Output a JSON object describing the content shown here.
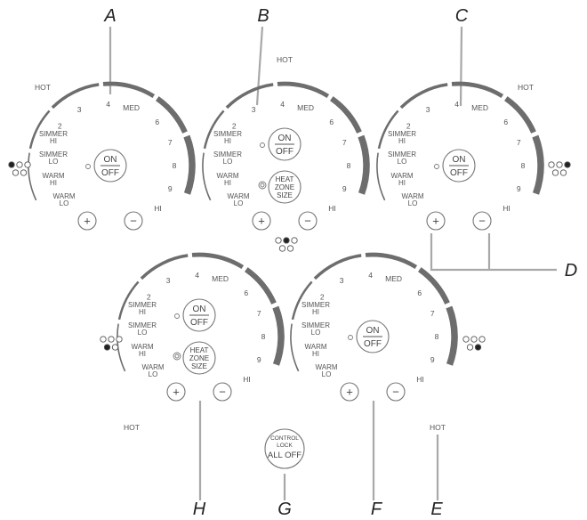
{
  "callouts": {
    "A": "A",
    "B": "B",
    "C": "C",
    "D": "D",
    "E": "E",
    "F": "F",
    "G": "G",
    "H": "H"
  },
  "dial_labels": {
    "l2": "2",
    "l3": "3",
    "l4": "4",
    "med": "MED",
    "l6": "6",
    "l7": "7",
    "l8": "8",
    "l9": "9",
    "hi": "HI",
    "simmer": "SIMMER",
    "warm": "WARM",
    "hi_sub": "HI",
    "lo_sub": "LO"
  },
  "hot_label": "HOT",
  "buttons": {
    "on": "ON",
    "off": "OFF",
    "plus": "+",
    "minus": "−",
    "heat": "HEAT",
    "zone": "ZONE",
    "size": "SIZE"
  },
  "control_lock": {
    "line1": "CONTROL",
    "line2": "LOCK",
    "line3": "ALL OFF"
  },
  "indicator_colors": {
    "filled": "#222222",
    "empty": "#ffffff",
    "arc": "#6d6d6d"
  }
}
